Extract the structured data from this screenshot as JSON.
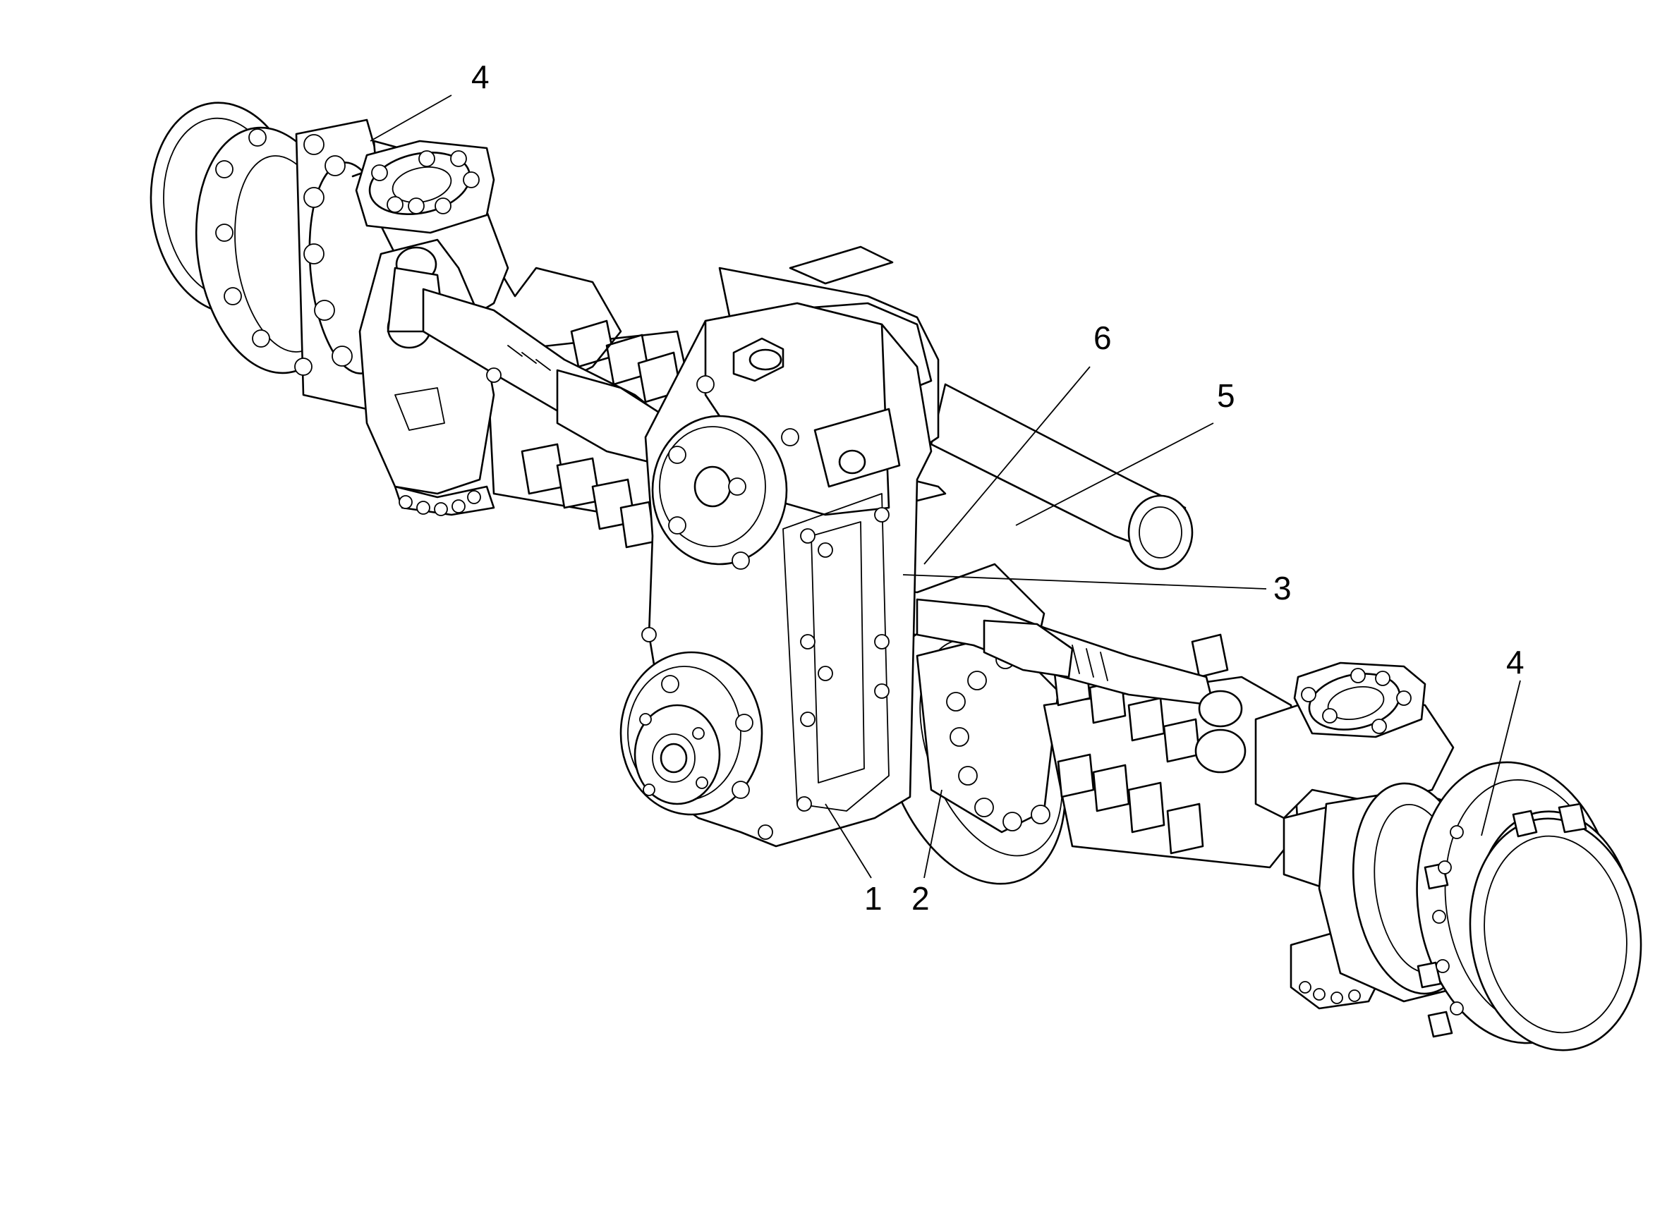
{
  "callouts": {
    "c1": "1",
    "c2": "2",
    "c3": "3",
    "c4_left": "4",
    "c4_right": "4",
    "c5": "5",
    "c6": "6"
  },
  "line_color": "#000000",
  "background": "#ffffff"
}
